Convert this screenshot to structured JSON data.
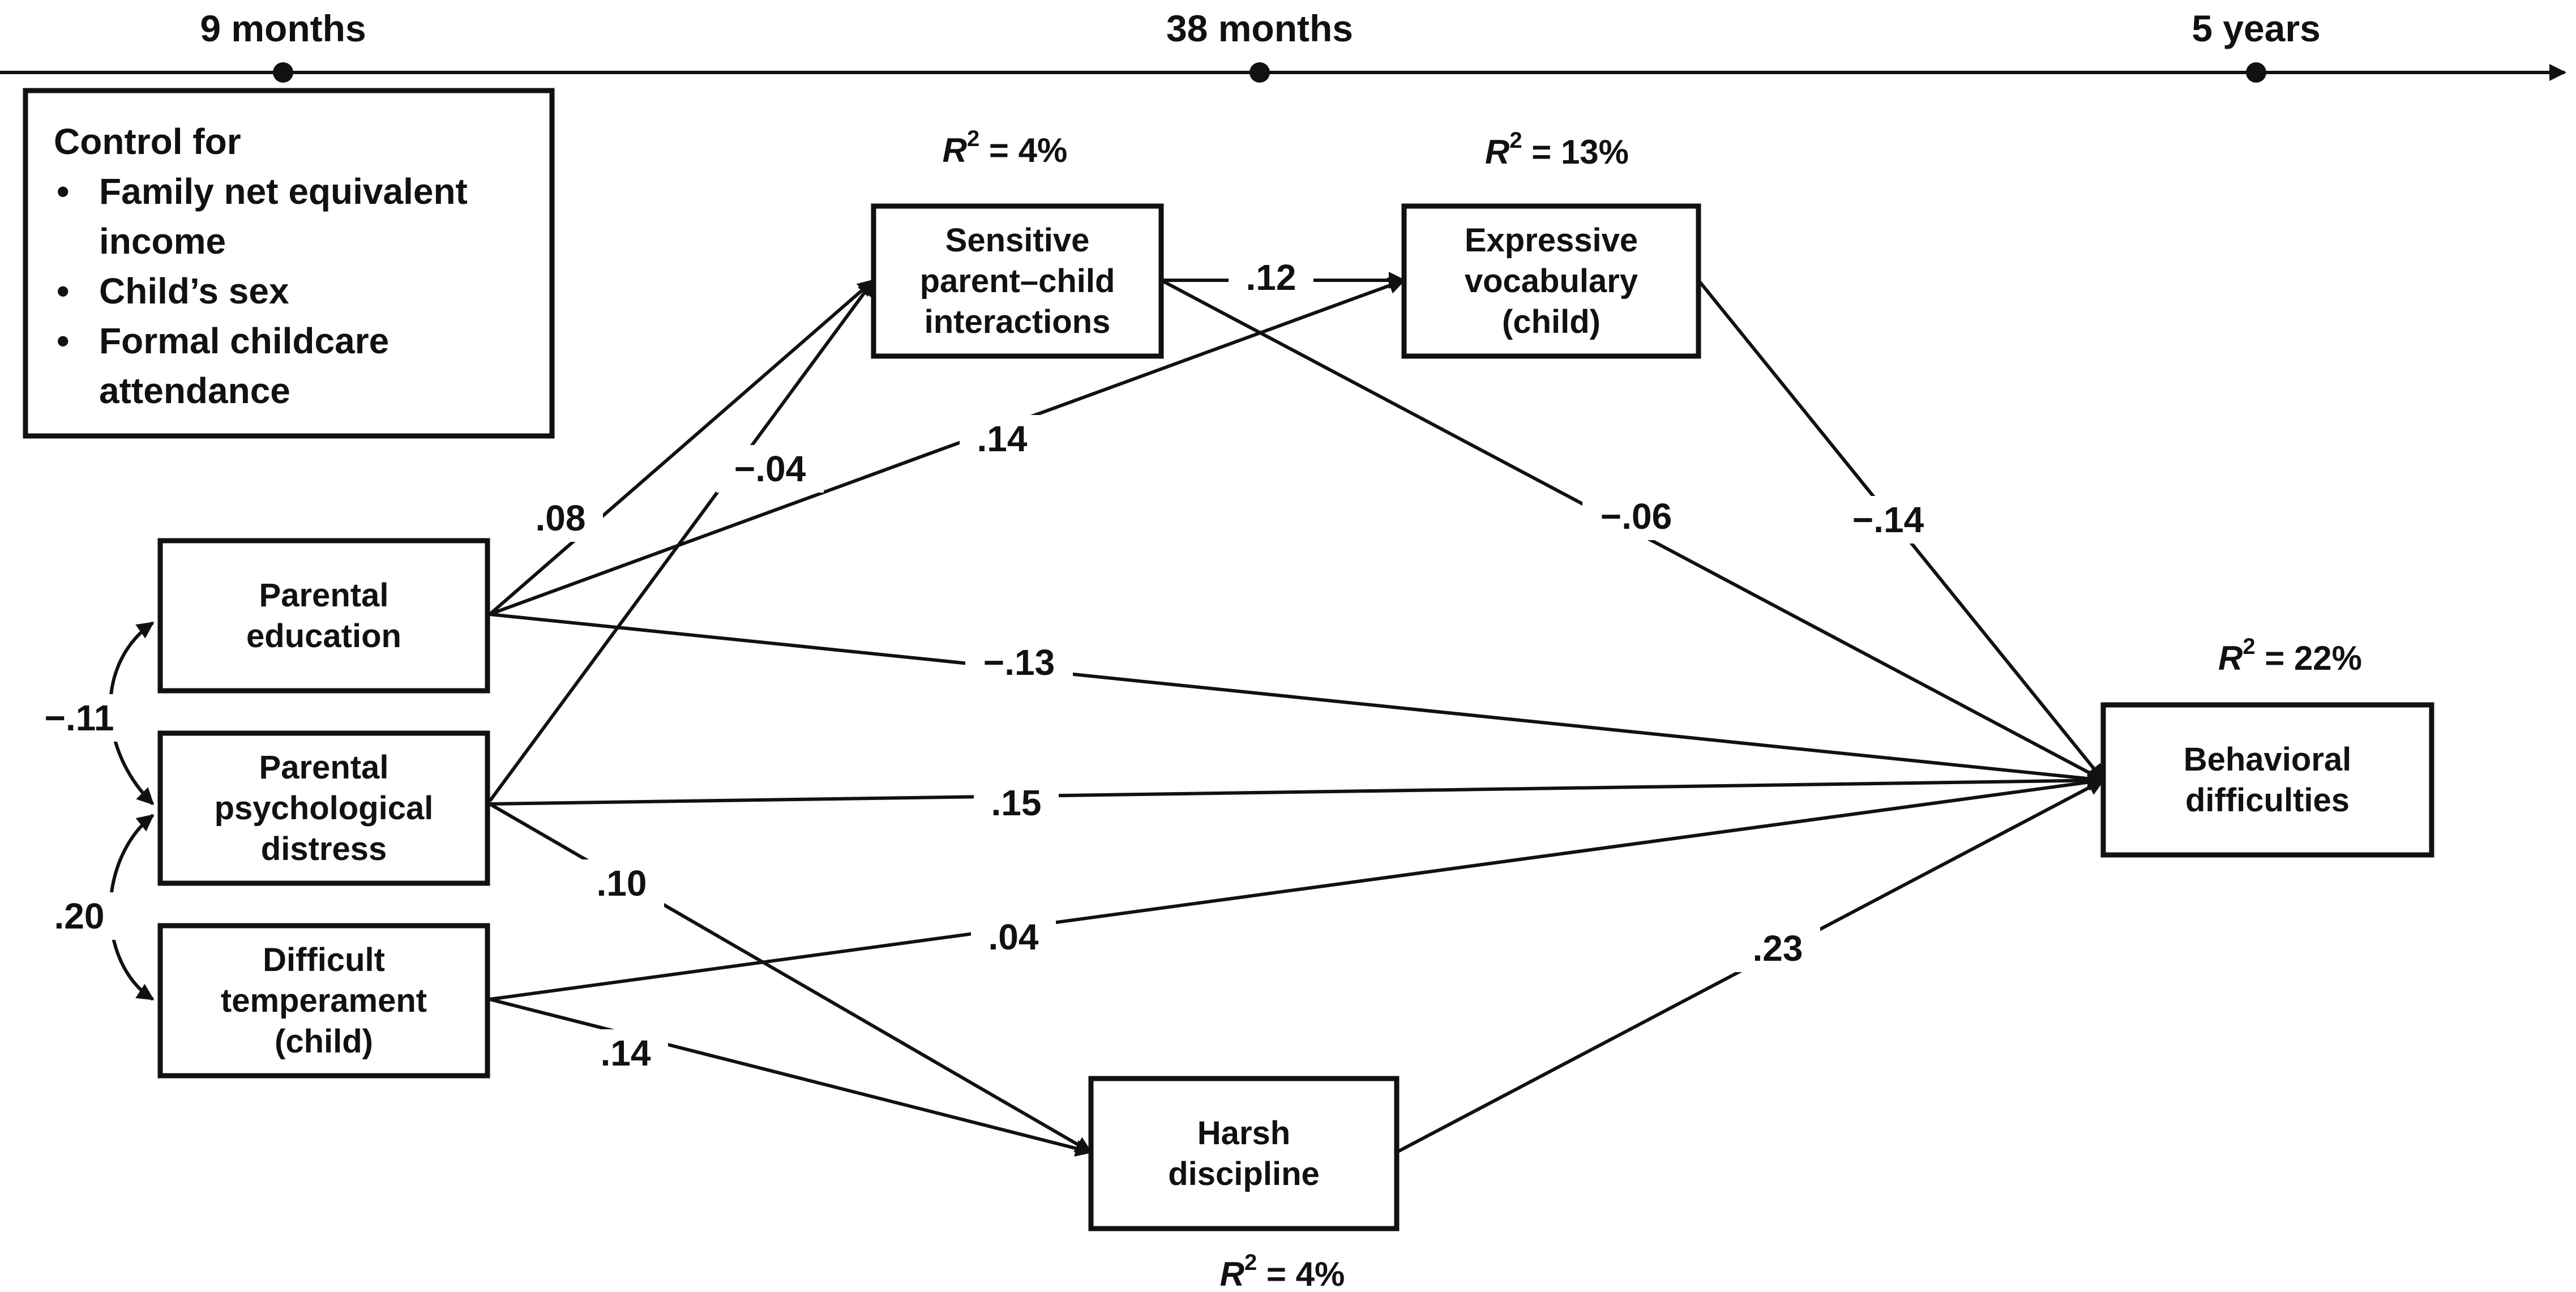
{
  "timeline": {
    "points": [
      {
        "id": "t9m",
        "label": "9 months"
      },
      {
        "id": "t38m",
        "label": "38 months"
      },
      {
        "id": "t5y",
        "label": "5 years"
      }
    ]
  },
  "control_box": {
    "title": "Control for",
    "items": [
      [
        "Family net equivalent",
        "income"
      ],
      [
        "Child’s sex"
      ],
      [
        "Formal childcare",
        "attendance"
      ]
    ]
  },
  "nodes": [
    {
      "id": "parental-education",
      "lines": [
        "Parental",
        "education"
      ]
    },
    {
      "id": "parental-distress",
      "lines": [
        "Parental",
        "psychological",
        "distress"
      ]
    },
    {
      "id": "difficult-temperament",
      "lines": [
        "Difficult",
        "temperament",
        "(child)"
      ]
    },
    {
      "id": "sensitive-interactions",
      "lines": [
        "Sensitive",
        "parent–child",
        "interactions"
      ],
      "r2": "4%"
    },
    {
      "id": "expressive-vocabulary",
      "lines": [
        "Expressive",
        "vocabulary",
        "(child)"
      ],
      "r2": "13%"
    },
    {
      "id": "harsh-discipline",
      "lines": [
        "Harsh",
        "discipline"
      ],
      "r2": "4%"
    },
    {
      "id": "behavioral-difficulties",
      "lines": [
        "Behavioral",
        "difficulties"
      ],
      "r2": "22%"
    }
  ],
  "paths": [
    {
      "id": "edu-sens",
      "from": "parental-education",
      "to": "sensitive-interactions",
      "coef": ".08"
    },
    {
      "id": "dist-sens",
      "from": "parental-distress",
      "to": "sensitive-interactions",
      "coef": "−.04"
    },
    {
      "id": "edu-voc",
      "from": "parental-education",
      "to": "expressive-vocabulary",
      "coef": ".14"
    },
    {
      "id": "sens-voc",
      "from": "sensitive-interactions",
      "to": "expressive-vocabulary",
      "coef": ".12"
    },
    {
      "id": "sens-beh",
      "from": "sensitive-interactions",
      "to": "behavioral-difficulties",
      "coef": "−.06"
    },
    {
      "id": "voc-beh",
      "from": "expressive-vocabulary",
      "to": "behavioral-difficulties",
      "coef": "−.14"
    },
    {
      "id": "edu-beh",
      "from": "parental-education",
      "to": "behavioral-difficulties",
      "coef": "−.13"
    },
    {
      "id": "dist-beh",
      "from": "parental-distress",
      "to": "behavioral-difficulties",
      "coef": ".15"
    },
    {
      "id": "temp-beh",
      "from": "difficult-temperament",
      "to": "behavioral-difficulties",
      "coef": ".04"
    },
    {
      "id": "dist-harsh",
      "from": "parental-distress",
      "to": "harsh-discipline",
      "coef": ".10"
    },
    {
      "id": "temp-harsh",
      "from": "difficult-temperament",
      "to": "harsh-discipline",
      "coef": ".14"
    },
    {
      "id": "harsh-beh",
      "from": "harsh-discipline",
      "to": "behavioral-difficulties",
      "coef": ".23"
    }
  ],
  "correlations": [
    {
      "id": "edu-dist",
      "coef": "−.11"
    },
    {
      "id": "dist-temp",
      "coef": ".20"
    }
  ],
  "r2_prefix": "R",
  "r2_exponent": "2",
  "r2_equals": " = "
}
